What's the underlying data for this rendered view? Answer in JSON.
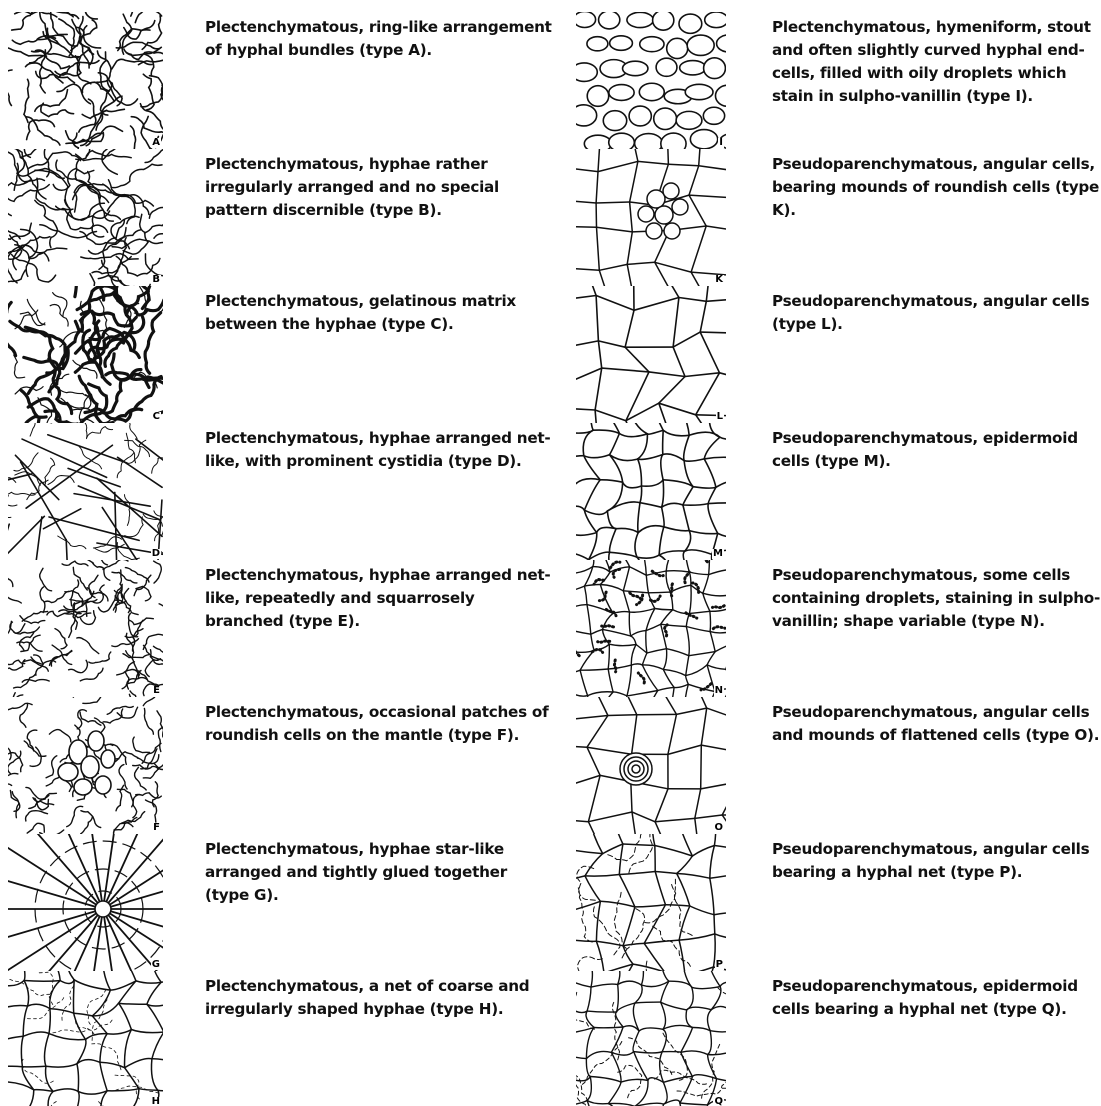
{
  "left_column": [
    {
      "letter": "A",
      "description": "Plectenchymatous, ring-like arrangement of hyphal bundles (type A)."
    },
    {
      "letter": "B",
      "description": "Plectenchymatous, hyphae rather irregularly arranged and no special pattern discernible (type B)."
    },
    {
      "letter": "C",
      "description": "Plectenchymatous, gelatinous matrix between the hyphae (type C)."
    },
    {
      "letter": "D",
      "description": "Plectenchymatous, hyphae arranged net-like, with prominent cystidia (type D)."
    },
    {
      "letter": "E",
      "description": "Plectenchymatous, hyphae arranged net-like, repeatedly and squarrosely branched (type E)."
    },
    {
      "letter": "F",
      "description": "Plectenchymatous, occasional patches of roundish cells on the mantle (type F)."
    },
    {
      "letter": "G",
      "description": "Plectenchymatous, hyphae star-like arranged and tightly glued together (type G)."
    },
    {
      "letter": "H",
      "description": "Plectenchymatous, a net of coarse and irregularly shaped hyphae (type H)."
    }
  ],
  "right_column": [
    {
      "letter": "I",
      "description": "Plectenchymatous, hymeniform, stout and often slightly curved hyphal end-cells, filled with oily droplets which stain in sulpho-vanillin (type I)."
    },
    {
      "letter": "K",
      "description": "Pseudoparenchymatous, angular cells, bearing mounds of roundish cells (type K)."
    },
    {
      "letter": "L",
      "description": "Pseudoparenchymatous, angular cells (type L)."
    },
    {
      "letter": "M",
      "description": "Pseudoparenchymatous, epidermoid cells (type M)."
    },
    {
      "letter": "N",
      "description": "Pseudoparenchymatous, some cells containing droplets, staining in sulpho-vanillin; shape variable (type N)."
    },
    {
      "letter": "O",
      "description": "Pseudoparenchymatous, angular cells and mounds of flattened cells (type O)."
    },
    {
      "letter": "P",
      "description": "Pseudoparenchymatous, angular cells bearing a hyphal net (type P)."
    },
    {
      "letter": "Q",
      "description": "Pseudoparenchymatous, epidermoid cells bearing a hyphal net (type Q)."
    }
  ]
}
